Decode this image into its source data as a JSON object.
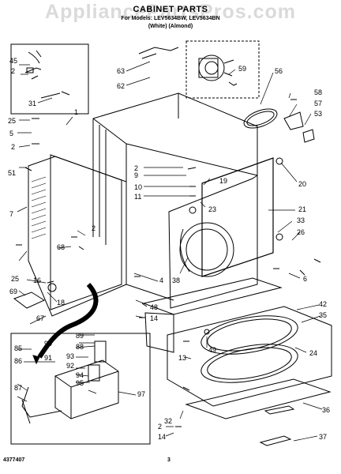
{
  "watermark": "AppliancePartsPros.com",
  "header": {
    "title": "CABINET PARTS",
    "subtitle": "For Models: LEV5634BW, LEV5634BN",
    "colors": "(White)          (Almond)"
  },
  "footer": {
    "part_number": "4377407",
    "page_number": "3"
  },
  "callouts": [
    "45",
    "2",
    "31",
    "25",
    "1",
    "5",
    "2",
    "51",
    "7",
    "63",
    "62",
    "59",
    "56",
    "58",
    "57",
    "53",
    "2",
    "9",
    "10",
    "11",
    "19",
    "20",
    "21",
    "23",
    "33",
    "26",
    "2",
    "68",
    "25",
    "16",
    "38",
    "4",
    "6",
    "69",
    "18",
    "67",
    "48",
    "14",
    "42",
    "35",
    "85",
    "90",
    "93",
    "92",
    "94",
    "95",
    "91",
    "89",
    "88",
    "86",
    "87",
    "97",
    "13",
    "49",
    "24",
    "32",
    "2",
    "14",
    "36",
    "37"
  ],
  "colors": {
    "line": "#000000",
    "background": "#ffffff",
    "watermark": "#969696"
  }
}
